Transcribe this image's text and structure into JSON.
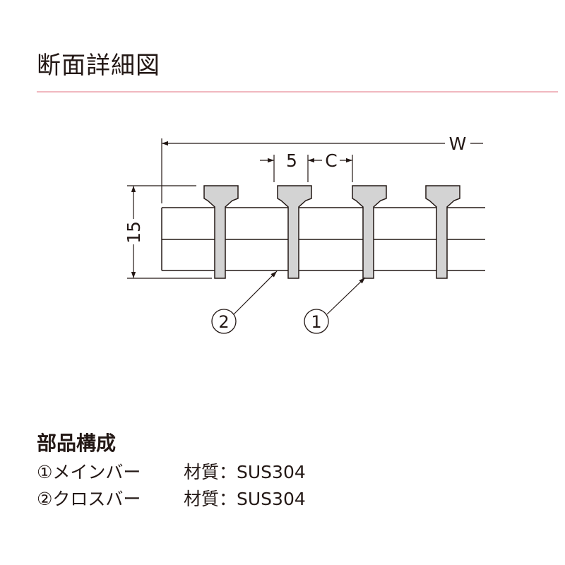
{
  "title": "断面詳細図",
  "drawing": {
    "dim_width": "W",
    "dim_pitch": "5",
    "dim_gap": "C",
    "dim_height": "15",
    "callout_1": "1",
    "callout_2": "2"
  },
  "parts": {
    "heading": "部品構成",
    "items": [
      {
        "name": "①メインバー",
        "material": "材質：SUS304"
      },
      {
        "name": "②クロスバー",
        "material": "材質：SUS304"
      }
    ]
  },
  "colors": {
    "line": "#231815",
    "bar_fill": "#d3d3d3",
    "rule": "#f0b8c0"
  }
}
